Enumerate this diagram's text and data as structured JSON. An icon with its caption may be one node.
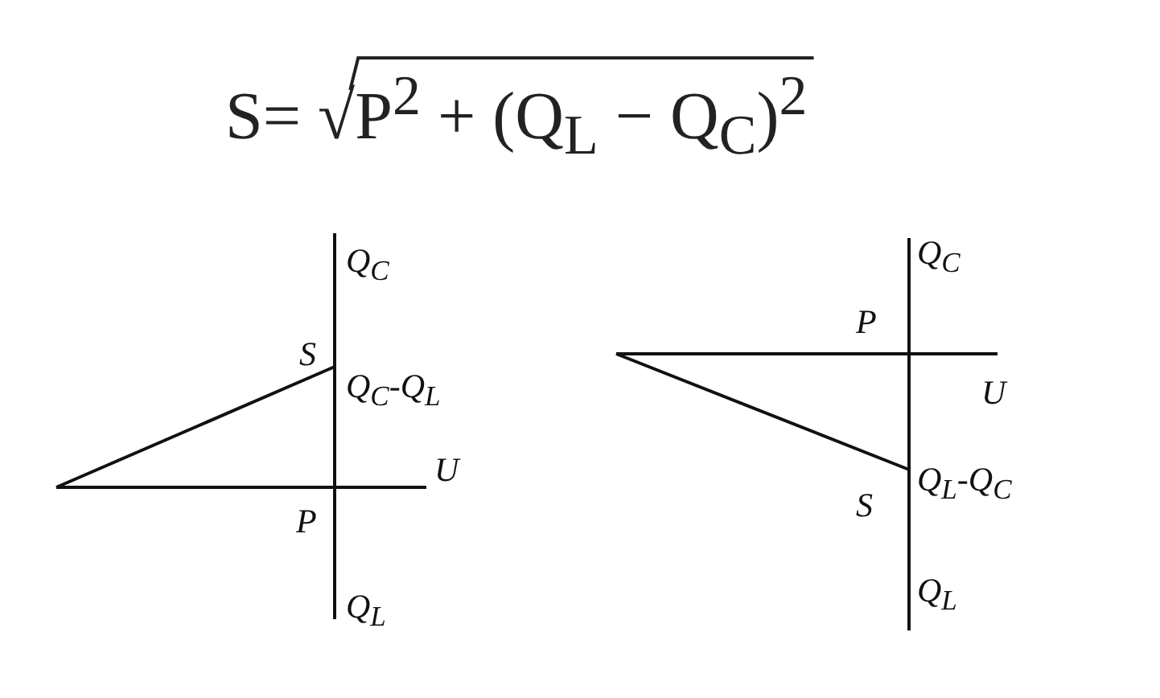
{
  "diagram": {
    "title": "S= √P$^{2}$ + (Q$_{L}$ − Q$_{C}$)$^{2}$",
    "labels": [
      "Q$_{C}$",
      "S",
      "Q$_{C}$-Q$_{L}$",
      "U",
      "P",
      "Q$_{L}$",
      "Q$_{C}$",
      "P",
      "U",
      "S",
      "Q$_{L}$-Q$_{C}$",
      "Q$_{L}$"
    ]
  }
}
